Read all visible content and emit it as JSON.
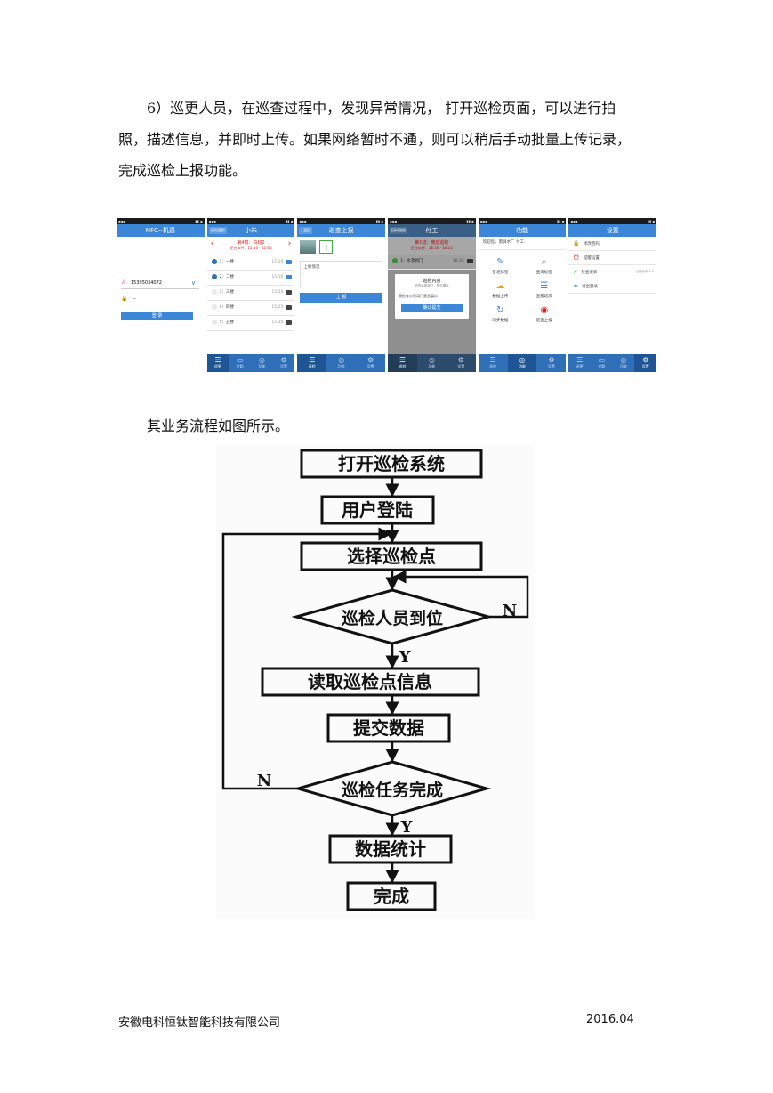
{
  "paragraph1": {
    "line1": "6）巡更人员，在巡查过程中，发现异常情况，  打开巡检页面，可以进行拍",
    "line2": "照，描述信息，并即时上传。如果网络暂时不通，则可以稍后手动批量上传记录，",
    "line3": "完成巡检上报功能。"
  },
  "phones": {
    "login": {
      "title": "NFC--机遇",
      "user": "15395034072",
      "password": "--",
      "login_button": "登 录"
    },
    "list": {
      "top_button": "扫码签到",
      "title": "小朱",
      "shift": "第4班：白班2",
      "time": "正在执行：15:16 - 15:60",
      "items": [
        {
          "label": "1：一楼",
          "time": "15:16"
        },
        {
          "label": "2：二楼",
          "time": "15:16"
        },
        {
          "label": "3：三楼",
          "time": "15:20"
        },
        {
          "label": "4：四楼",
          "time": "15:25"
        },
        {
          "label": "5：五楼",
          "time": "15:30"
        }
      ],
      "nav": [
        "巡更",
        "考勤",
        "功能",
        "设置"
      ]
    },
    "report": {
      "back": "返回",
      "title": "巡查上报",
      "field": "上报情况",
      "submit": "上 报",
      "nav": [
        "巡检",
        "功能",
        "设置"
      ]
    },
    "dialog": {
      "top_button": "扫码巡检",
      "title": "付工",
      "shift": "第1班：晚班巡检",
      "time": "正在执行：18:30 - 18:15",
      "item": "1：水泵阀门",
      "item_time": "18:33",
      "dialog_title": "巡检内容",
      "dialog_sub": "检查水泵阀门，是否漏水",
      "dialog_line": "需检查水泵阀门是否漏水",
      "dialog_button": "确认提交",
      "nav": [
        "巡检",
        "功能",
        "设置"
      ]
    },
    "functions": {
      "title": "功能",
      "welcome": "欢迎您，南屏水厂 付工",
      "items": [
        {
          "label": "登记标签",
          "icon": "✎"
        },
        {
          "label": "查询标签",
          "icon": "⌕"
        },
        {
          "label": "数据上传",
          "icon": "☁"
        },
        {
          "label": "查看班次",
          "icon": "☰"
        },
        {
          "label": "同步数据",
          "icon": "↻"
        },
        {
          "label": "巡查上报",
          "icon": "◉"
        }
      ],
      "nav": [
        "巡检",
        "功能",
        "设置"
      ]
    },
    "settings": {
      "title": "设置",
      "items": [
        {
          "label": "修改密码",
          "icon": "🔒"
        },
        {
          "label": "提醒设置",
          "icon": "⏰"
        },
        {
          "label": "检查更新",
          "icon": "↗"
        },
        {
          "label": "退出登录",
          "icon": "⏏"
        }
      ],
      "version": "当前版本 1.0",
      "nav": [
        "巡更",
        "考勤",
        "功能",
        "设置"
      ]
    }
  },
  "paragraph2": "其业务流程如图所示。",
  "flowchart": {
    "steps": {
      "open": "打开巡检系统",
      "login": "用户登陆",
      "select": "选择巡检点",
      "arrive": "巡检人员到位",
      "read": "读取巡检点信息",
      "submit": "提交数据",
      "complete": "巡检任务完成",
      "stats": "数据统计",
      "done": "完成"
    },
    "yes": "Y",
    "no": "N"
  },
  "footer": {
    "company": "安徽电科恒钛智能科技有限公司",
    "date": "2016.04"
  }
}
